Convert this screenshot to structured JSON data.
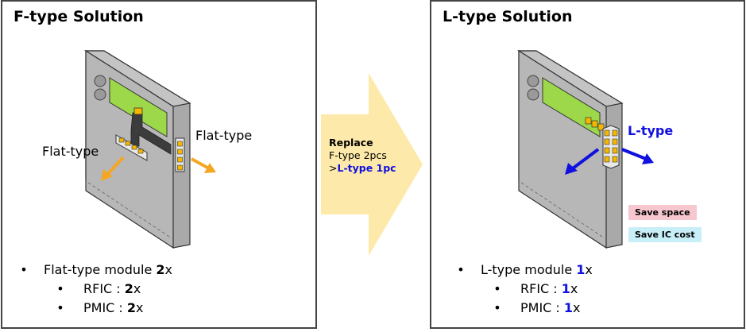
{
  "left_panel": {
    "title": "F-type Solution",
    "label_flat_left": "Flat-type",
    "label_flat_right": "Flat-type",
    "bullet_main_prefix": "Flat-type module ",
    "bullet_main_count": "2",
    "bullet_main_suffix": "x",
    "bullet_rfic_prefix": "RFIC : ",
    "bullet_rfic_count": "2",
    "bullet_rfic_suffix": "x",
    "bullet_pmic_prefix": "PMIC : ",
    "bullet_pmic_count": "2",
    "bullet_pmic_suffix": "x"
  },
  "middle": {
    "heading": "Replace",
    "line1": "F-type 2pcs",
    "line2_prefix": ">",
    "line2_accent": "L-type 1pc"
  },
  "right_panel": {
    "title": "L-type Solution",
    "label_l_type": "L-type",
    "tag_save_space": "Save space",
    "tag_save_ic_cost": "Save IC cost",
    "bullet_main_prefix": "L-type module ",
    "bullet_main_count": "1",
    "bullet_main_suffix": "x",
    "bullet_rfic_prefix": "RFIC : ",
    "bullet_rfic_count": "1",
    "bullet_rfic_suffix": "x",
    "bullet_pmic_prefix": "PMIC : ",
    "bullet_pmic_count": "1",
    "bullet_pmic_suffix": "x"
  },
  "bullet_glyph": "•",
  "colors": {
    "accent_blue": "#1010e0",
    "arrow_orange": "#f5a623",
    "chip_yellow": "#f5b800",
    "board_green": "#9cd84a",
    "device_gray": "#b4b4b4",
    "big_arrow": "#fde9a9",
    "tag_pink": "#f7c7cf",
    "tag_cyan": "#c8eef8"
  }
}
